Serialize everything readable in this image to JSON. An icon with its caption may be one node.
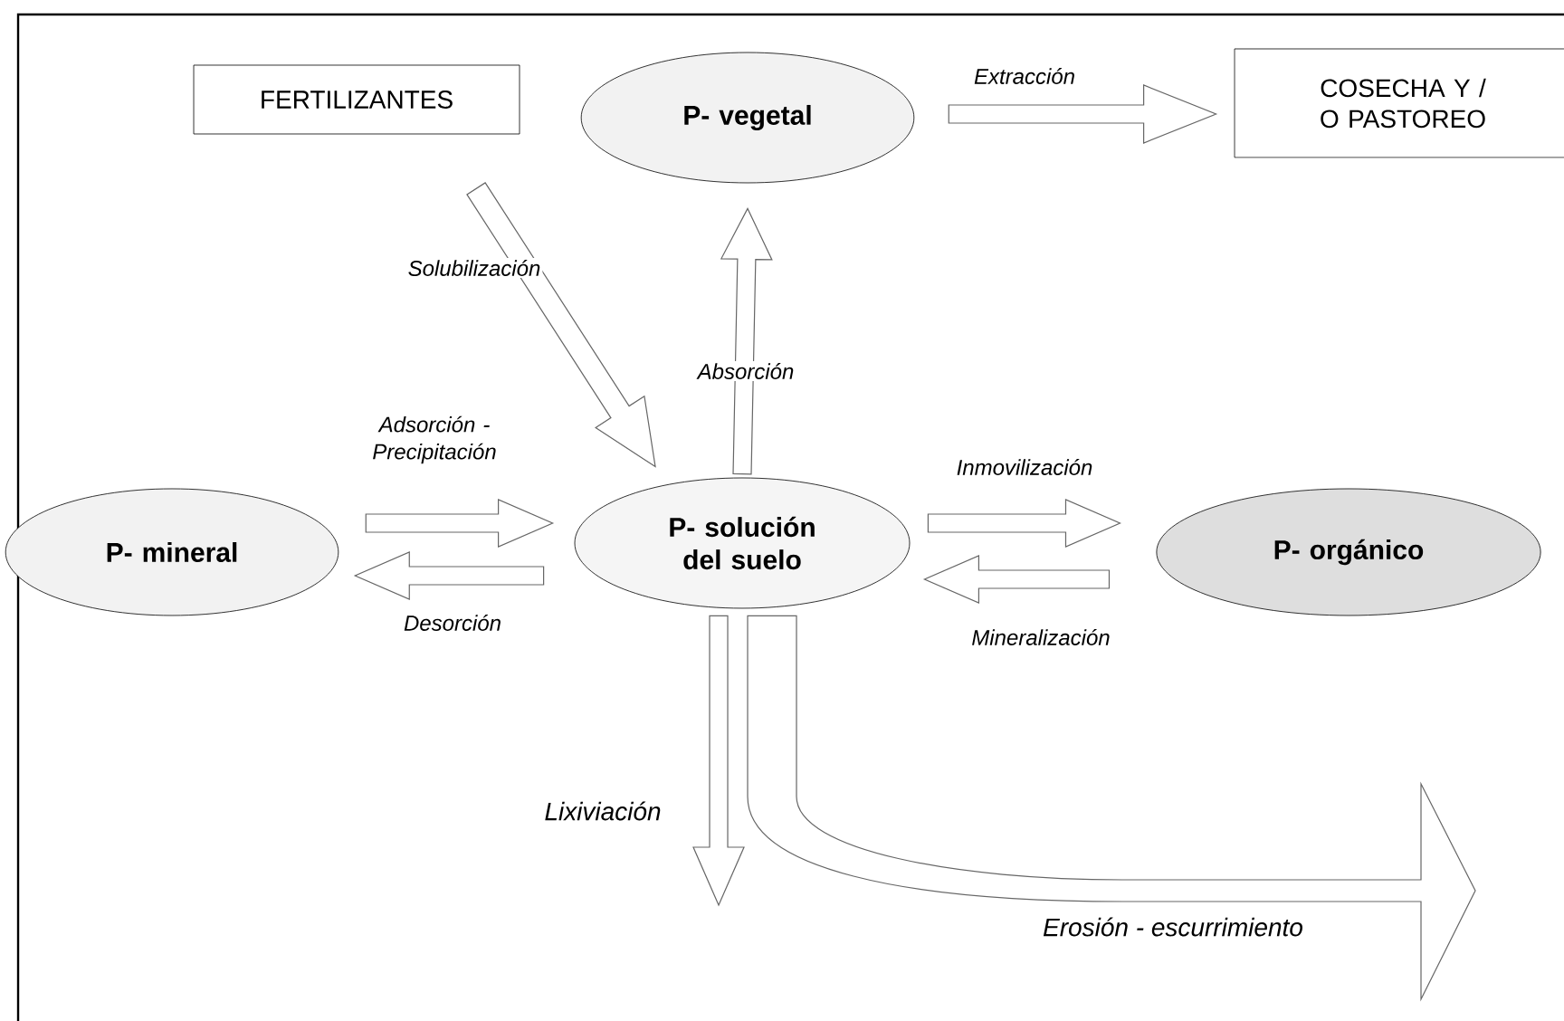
{
  "diagram": {
    "nodes": [
      {
        "text": [
          "FERTILIZANTES"
        ]
      },
      {
        "text": [
          "P- vegetal"
        ]
      },
      {
        "text": [
          "COSECHA Y / O PASTOREO"
        ]
      },
      {
        "text": [
          "P- mineral"
        ]
      },
      {
        "text": [
          "P- solución del suelo"
        ]
      },
      {
        "text": [
          "P- orgánico"
        ]
      }
    ],
    "edges": [
      {
        "from": 1,
        "to": 2,
        "arrow": "to",
        "label": "Extracción"
      },
      {
        "from": 0,
        "to": 4,
        "arrow": "to",
        "label": "Solubilización"
      },
      {
        "from": 4,
        "to": 1,
        "arrow": "to",
        "label": "Absorción"
      },
      {
        "from": 3,
        "to": 4,
        "arrow": "to",
        "label": "Adsorción - Precipitación"
      },
      {
        "from": 4,
        "to": 3,
        "arrow": "to",
        "label": "Desorción"
      },
      {
        "from": 4,
        "to": 5,
        "arrow": "to",
        "label": "Inmovilización"
      },
      {
        "from": 5,
        "to": 4,
        "arrow": "to",
        "label": "Mineralización"
      },
      {
        "from": 4,
        "to": null,
        "arrow": "to",
        "label": "Lixiviación"
      },
      {
        "from": 4,
        "to": null,
        "arrow": "to",
        "label": "Erosión - escurrimiento"
      }
    ]
  }
}
